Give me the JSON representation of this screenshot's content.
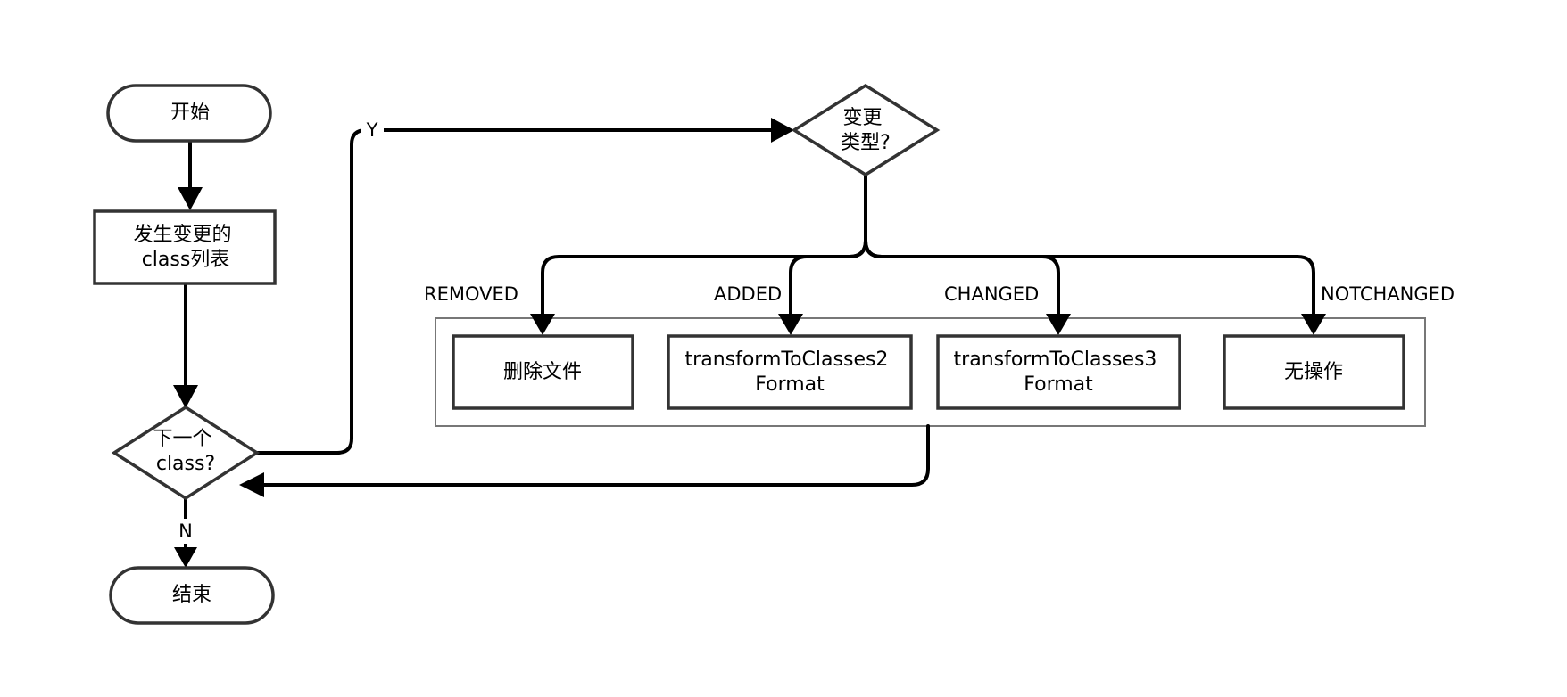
{
  "nodes": {
    "start": {
      "lines": [
        "开始"
      ]
    },
    "change_list": {
      "lines": [
        "发生变更的",
        "class列表"
      ]
    },
    "next_class": {
      "lines": [
        "下一个",
        "class?"
      ]
    },
    "end": {
      "lines": [
        "结束"
      ]
    },
    "change_type": {
      "lines": [
        "变更",
        "类型?"
      ]
    },
    "delete_file": {
      "lines": [
        "删除文件"
      ]
    },
    "transform2": {
      "lines": [
        "transformToClasses2",
        "Format"
      ]
    },
    "transform3": {
      "lines": [
        "transformToClasses3",
        "Format"
      ]
    },
    "no_op": {
      "lines": [
        "无操作"
      ]
    }
  },
  "edge_labels": {
    "yes": "Y",
    "no": "N",
    "removed": "REMOVED",
    "added": "ADDED",
    "changed": "CHANGED",
    "notchanged": "NOTCHANGED"
  }
}
